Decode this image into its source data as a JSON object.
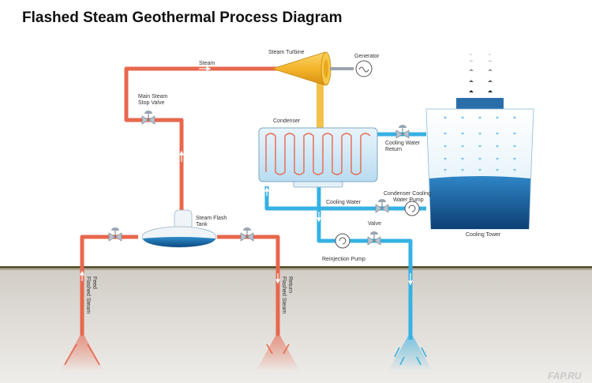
{
  "title": "Flashed Steam Geothermal Process Diagram",
  "labels": {
    "steam": "Steam",
    "steam_turbine": "Steam Turbine",
    "generator": "Generator",
    "main_steam_stop_valve_1": "Main Steam",
    "main_steam_stop_valve_2": "Stop Valve",
    "condenser": "Condenser",
    "cooling_water_return_1": "Cooling Water",
    "cooling_water_return_2": "Return",
    "steam_flash_tank_1": "Steam Flash",
    "steam_flash_tank_2": "Tank",
    "cooling_water": "Cooling Water",
    "condenser_cooling_water_pump_1": "Condenser Cooling",
    "condenser_cooling_water_pump_2": "Water Pump",
    "valve": "Valve",
    "cooling_tower": "Cooling Tower",
    "reinjection_pump": "Reinjection Pump",
    "flashed_steam_feed_1": "Flashed Steam",
    "flashed_steam_feed_2": "Feed",
    "flashed_steam_return_1": "Flashed Steam",
    "flashed_steam_return_2": "Return"
  },
  "watermark": "FAP.RU",
  "colors": {
    "steam_pipe": "#e8674d",
    "water_pipe": "#36b1e3",
    "turbine": "#f3b52b",
    "ground": "#ddd9d3",
    "ground_line": "#5d5535",
    "tank_water": "#1f78b4"
  }
}
